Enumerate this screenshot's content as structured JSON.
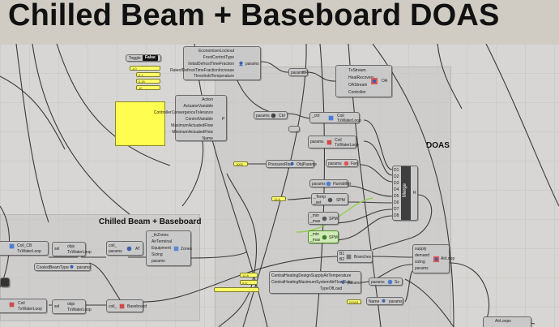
{
  "title": "Chilled Beam + Baseboard DOAS",
  "groups": {
    "doas": "DOAS",
    "chilled_beam": "Chilled Beam + Baseboard"
  },
  "toggle": {
    "label": "Toggle",
    "value": "False"
  },
  "hvac_params": {
    "inputs": [
      "EconomizerLockout",
      "FrostControlType",
      "InitialDefrostTimeFraction",
      "RateofDefrostTimeFractionIncrease",
      "ThresholdTemperature"
    ],
    "output": "params"
  },
  "hr_node": {
    "input": "params",
    "output": "HR"
  },
  "controller_node": {
    "inputs": [
      "Action",
      "ActuatorVariable",
      "ControllerConvergenceTolerance",
      "ControlVariable",
      "MaximumActuatedFlow",
      "MinimumActuatedFlow",
      "Name"
    ],
    "output": "P"
  },
  "ctrl_node": {
    "inputs": [
      "params",
      "_"
    ],
    "output": "Ctrl"
  },
  "coil_node_1": {
    "inputs": [
      "_ctrl",
      "_"
    ],
    "outputs": [
      "Coil",
      "TxWaterLoop"
    ]
  },
  "coil_node_2": {
    "inputs": [
      "params",
      "_"
    ],
    "outputs": [
      "Coil",
      "TxWaterLoop"
    ]
  },
  "doas_unit": {
    "inputs": [
      "TxStream",
      "HeatRecovery",
      "OAStream",
      "Controller"
    ],
    "output": "OA"
  },
  "pressure_node": {
    "inputs": [
      "PressureRise"
    ],
    "output": "ObjParams"
  },
  "fan_node": {
    "input": "params",
    "output": "Fan"
  },
  "humidifier_node": {
    "input": "params",
    "output": "Humidifier"
  },
  "spm_node_1": {
    "inputs": [
      "_Temp",
      "_set"
    ],
    "output": "SPM"
  },
  "spm_node_2": {
    "inputs": [
      "_min",
      "_max"
    ],
    "output": "SPM"
  },
  "spm_node_3": {
    "inputs": [
      "_min",
      "_max"
    ],
    "output": "SPM"
  },
  "merge": {
    "label": "Merge",
    "inputs": [
      "D1",
      "D2",
      "D3",
      "D4",
      "D5",
      "D6",
      "D7",
      "D8"
    ],
    "output": "R"
  },
  "coil_cb": {
    "label": "Coil_CB",
    "output": "TxWaterLoop"
  },
  "obj_node_1": {
    "input": "sel",
    "outputs": [
      "objs",
      "TxWaterLoop"
    ]
  },
  "coil_params_node": {
    "inputs": [
      "coil_",
      "params"
    ],
    "output": "AT"
  },
  "zones_node": {
    "inputs": [
      "_thZones",
      "AirTerminal",
      "Equipment",
      "Sizing",
      "params"
    ],
    "output": "Zones"
  },
  "cooled_beam": {
    "input": "CooledBeamType",
    "output": "params"
  },
  "baseboard_coil": {
    "label": "Coil",
    "output": "TxWaterLoop"
  },
  "obj_node_2": {
    "input": "sel",
    "outputs": [
      "objs",
      "TxWaterLoop"
    ]
  },
  "baseboard_node": {
    "input": "coil_",
    "output": "Baseboard"
  },
  "branches_node": {
    "inputs": [
      "B1",
      "B2"
    ],
    "output": "Branches"
  },
  "heating_params": {
    "inputs": [
      "CentralHeatingDesignSupplyAirTemperature",
      "CentralHeatingMaximumSystemAirFlowRatio",
      "TypeOfLoad"
    ],
    "output": "params"
  },
  "sz_node": {
    "input": "params",
    "output": "Sz"
  },
  "name_node": {
    "input": "Name",
    "output": "params"
  },
  "airloop_node": {
    "inputs": [
      "supply",
      "demand",
      "sizing",
      "params"
    ],
    "output": "AirLoop"
  },
  "airloops_node": {
    "label": "AirLoops"
  },
  "value_chips": {
    "c1": "1.0",
    "c2": "0.1",
    "c3": "0.25",
    "c4": "10",
    "pressure": "1000",
    "temp": "12.8",
    "hc1": "12.8",
    "hc2": "0.5",
    "name": "DOAS_1"
  },
  "colors": {
    "canvas": "#d7d6d4",
    "component": "#c9c9c9",
    "panel": "#fffd4f",
    "wire": "#3a3a3a",
    "wire_green": "#8fd14f"
  }
}
